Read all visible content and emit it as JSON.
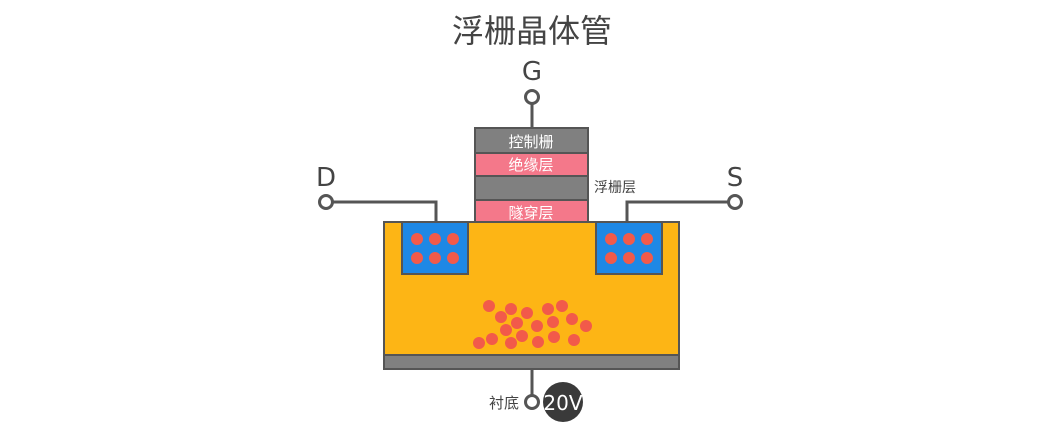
{
  "title": "浮栅晶体管",
  "terminals": {
    "gate": "G",
    "drain": "D",
    "source": "S",
    "substrate": "衬底"
  },
  "layers": {
    "control_gate": "控制栅",
    "insulation": "绝缘层",
    "floating_gate": "浮栅层",
    "tunnel": "隧穿层"
  },
  "substrate_voltage": "20V",
  "colors": {
    "substrate_body": "#FDB515",
    "n_region": "#1E88E5",
    "electron": "#F25A4A",
    "gate_layer": "#808080",
    "oxide_layer": "#F4788A",
    "wire": "#555555",
    "voltage_badge": "#3A3A3A"
  }
}
